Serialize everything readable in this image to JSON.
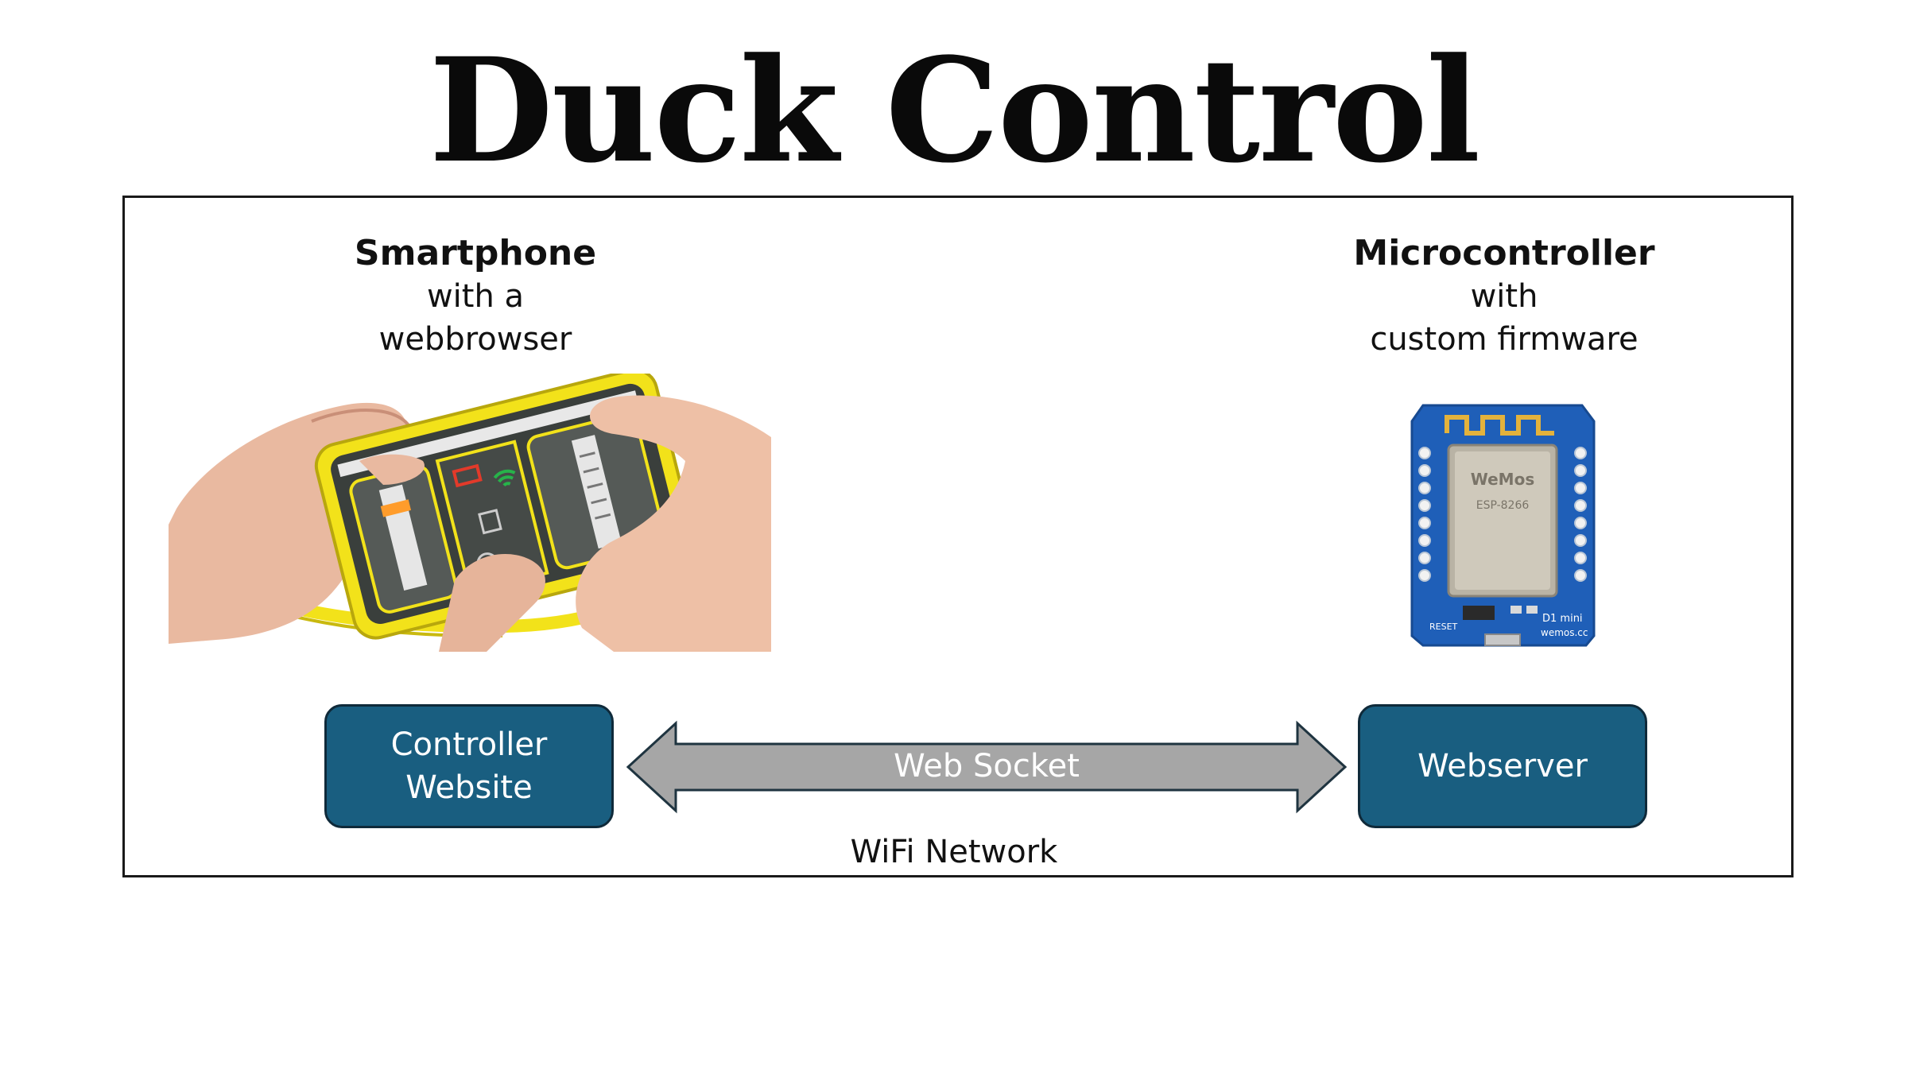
{
  "title": "Duck Control",
  "smartphone": {
    "heading": "Smartphone",
    "line1": "with a",
    "line2": "webbrowser"
  },
  "microcontroller": {
    "heading": "Microcontroller",
    "line1": "with",
    "line2": "custom firmware",
    "board_model": "ESP-8266",
    "board_brand": "WeMos",
    "board_name": "D1 mini",
    "board_site": "wemos.cc",
    "board_reset": "RESET"
  },
  "nodes": {
    "left_line1": "Controller",
    "left_line2": "Website",
    "right": "Webserver"
  },
  "connection": {
    "label": "Web Socket",
    "network": "WiFi Network"
  },
  "colors": {
    "node_fill": "#195e80",
    "node_border": "#0f2a3a",
    "arrow_fill": "#a6a6a6",
    "arrow_border": "#1f3440",
    "phone_case": "#f2e21a",
    "board_pcb": "#1f5fb8"
  }
}
